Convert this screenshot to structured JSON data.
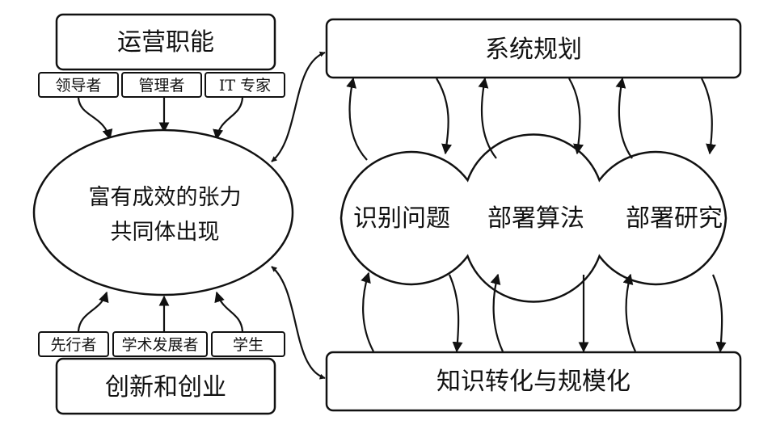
{
  "left_top": {
    "title": "运营职能",
    "roles": [
      "领导者",
      "管理者",
      "IT 专家"
    ]
  },
  "center": {
    "line1": "富有成效的张力",
    "line2": "共同体出现"
  },
  "left_bottom": {
    "title": "创新和创业",
    "roles": [
      "先行者",
      "学术发展者",
      "学生"
    ]
  },
  "right_top": {
    "title": "系统规划"
  },
  "right_bottom": {
    "title": "知识转化与规模化"
  },
  "stages": [
    "识别问题",
    "部署算法",
    "部署研究"
  ]
}
